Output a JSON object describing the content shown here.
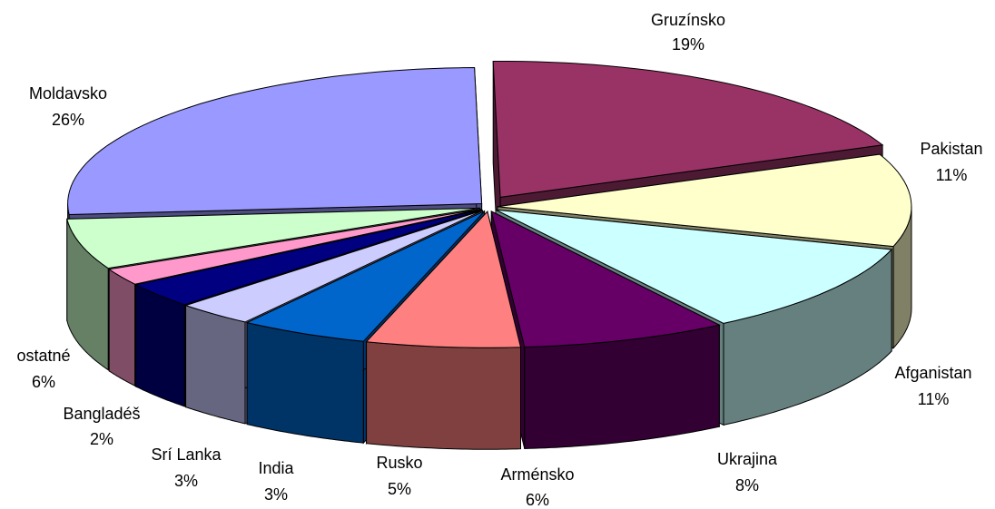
{
  "chart_data": {
    "type": "pie",
    "style": "3d-exploded",
    "title": "",
    "categories": [
      "Gruzínsko",
      "Pakistan",
      "Afganistan",
      "Ukrajina",
      "Arménsko",
      "Rusko",
      "India",
      "Srí Lanka",
      "Bangladéš",
      "ostatné",
      "Moldavsko"
    ],
    "values": [
      19,
      11,
      11,
      8,
      6,
      5,
      3,
      3,
      2,
      6,
      26
    ],
    "value_labels": [
      "19%",
      "11%",
      "11%",
      "8%",
      "6%",
      "5%",
      "3%",
      "3%",
      "2%",
      "6%",
      "26%"
    ],
    "colors": {
      "top": [
        "#993366",
        "#FFFFCC",
        "#CCFFFF",
        "#660066",
        "#FF8080",
        "#0066CC",
        "#CCCCFF",
        "#000080",
        "#FF99CC",
        "#CCFFCC",
        "#9999FF"
      ],
      "side": [
        "#4D1A33",
        "#808066",
        "#668080",
        "#330033",
        "#804040",
        "#003366",
        "#666680",
        "#000040",
        "#804D66",
        "#668066",
        "#4D4D80"
      ]
    },
    "legend": "none"
  }
}
